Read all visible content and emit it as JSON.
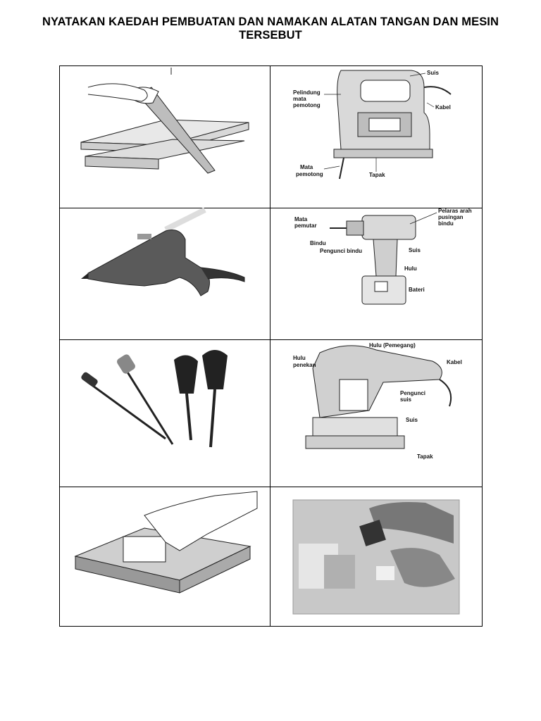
{
  "page": {
    "title_line1": "NYATAKAN KAEDAH PEMBUATAN DAN NAMAKAN ALATAN TANGAN DAN MESIN",
    "title_line2": "TERSEBUT"
  },
  "cells": [
    {
      "name": "hand-saw",
      "labels": []
    },
    {
      "name": "jigsaw",
      "labels": [
        "Suis",
        "Pelindung",
        "mata",
        "pemotong",
        "Kabel",
        "Mata",
        "pemotong",
        "Tapak"
      ]
    },
    {
      "name": "glue-gun",
      "labels": []
    },
    {
      "name": "cordless-drill",
      "labels": [
        "Mata",
        "pemutar",
        "Pelaras arah",
        "pusingan",
        "bindu",
        "Bindu",
        "Pengunci bindu",
        "Suis",
        "Hulu",
        "Bateri"
      ]
    },
    {
      "name": "screwdrivers",
      "labels": []
    },
    {
      "name": "orbital-sander",
      "labels": [
        "Hulu (Pemegang)",
        "Hulu",
        "penekan",
        "Kabel",
        "Pengunci",
        "suis",
        "Suis",
        "Tapak"
      ]
    },
    {
      "name": "sanding-block",
      "labels": []
    },
    {
      "name": "hand-photo",
      "labels": []
    }
  ]
}
